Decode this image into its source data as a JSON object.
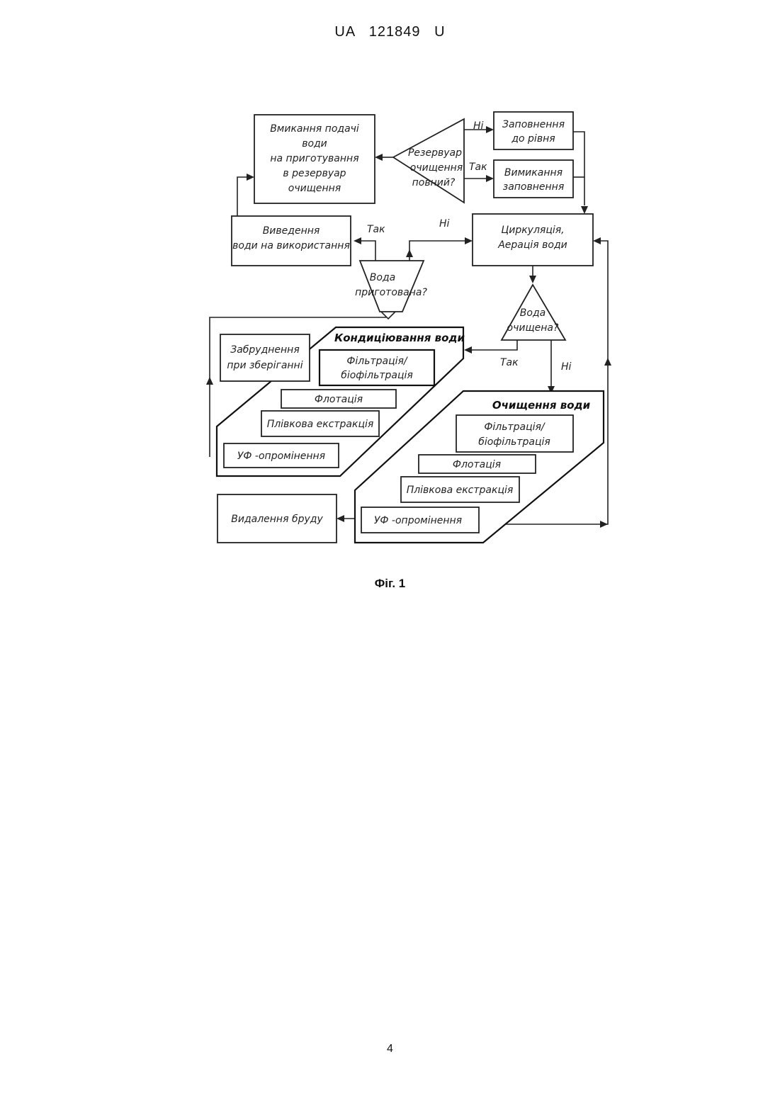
{
  "header": "UA   121849   U",
  "caption": "Фіг. 1",
  "page_number": "4",
  "diagram": {
    "start_box": [
      "Вмикання подачі",
      "води",
      "на приготування",
      "в резервуар",
      "очищення"
    ],
    "tank_decision": [
      "Резервуар",
      "очищення",
      "повний?"
    ],
    "yes_label": "Так",
    "no_label": "Ні",
    "fill_box": [
      "Заповнення",
      "до рівня"
    ],
    "stop_fill_box": [
      "Вимикання",
      "заповнення"
    ],
    "output_box": [
      "Виведення",
      "води на використання"
    ],
    "circulation_box": [
      "Циркуляція,",
      "Аерація води"
    ],
    "prepared_decision": [
      "Вода",
      "приготована?"
    ],
    "cleaned_decision": [
      "Вода",
      "очищена?"
    ],
    "conditioning": {
      "title": "Кондиціювання води",
      "filtration": [
        "Фільтрація/",
        "біофільтрація"
      ],
      "flotation": "Флотація",
      "extraction": "Плівкова екстракція",
      "uv": "УФ -опромінення",
      "storage_pollution": [
        "Забруднення",
        "при зберіганні"
      ]
    },
    "purification": {
      "title": "Очищення води",
      "filtration": [
        "Фільтрація/",
        "біофільтрація"
      ],
      "flotation": "Флотація",
      "extraction": "Плівкова екстракція",
      "uv": "УФ -опромінення"
    },
    "dirt_removal_box": "Видалення бруду"
  }
}
